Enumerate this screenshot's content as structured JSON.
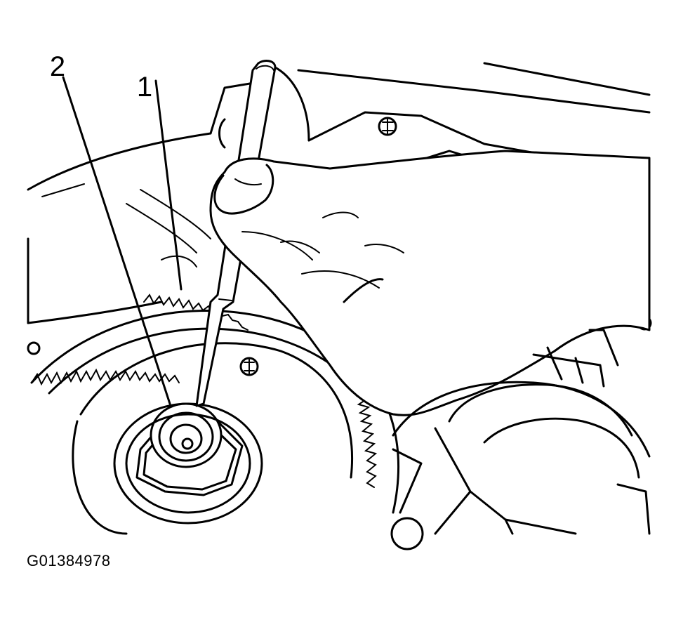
{
  "callouts": {
    "one": "1",
    "two": "2"
  },
  "figure_id": "G01384978",
  "colors": {
    "ink": "#000000",
    "paper": "#ffffff"
  }
}
